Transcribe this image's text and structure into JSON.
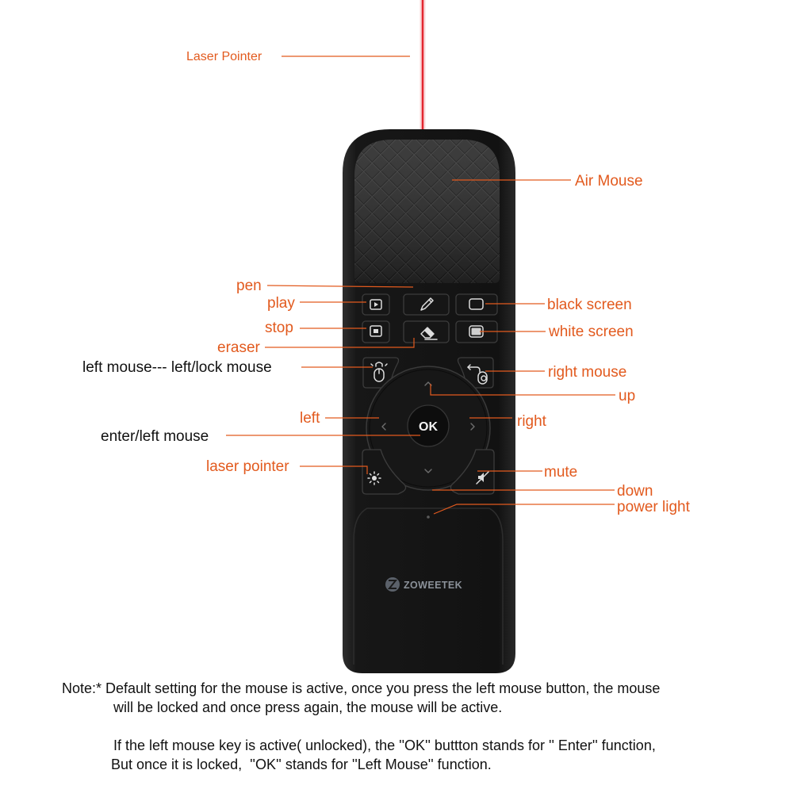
{
  "laser_beam": {
    "label": "Laser Pointer"
  },
  "remote": {
    "brand": "ZOWEETEK",
    "ok_label": "OK"
  },
  "callouts": {
    "air_mouse": "Air Mouse",
    "pen": "pen",
    "play": "play",
    "black_screen": "black screen",
    "stop": "stop",
    "white_screen": "white screen",
    "eraser": "eraser",
    "left_mouse": "left mouse--- left/lock mouse",
    "right_mouse": "right mouse",
    "up": "up",
    "left": "left",
    "right": "right",
    "enter_left_mouse": "enter/left mouse",
    "laser_pointer": "laser pointer",
    "mute": "mute",
    "down": "down",
    "power_light": "power light"
  },
  "note": {
    "line1": "Note:* Default setting for the mouse is active, once you press the left mouse button, the mouse",
    "line2": "will be locked and once press again, the mouse will be active.",
    "line3": "If the left mouse key is active( unlocked), the ''OK'' buttton stands for '' Enter'' function,",
    "line4": "But once it is locked,  ''OK'' stands for ''Left Mouse'' function."
  },
  "icons": {
    "play": "play-icon",
    "pen": "pen-icon",
    "black_screen": "black-screen-icon",
    "stop": "stop-icon",
    "eraser": "eraser-icon",
    "white_screen": "white-screen-icon",
    "left_mouse": "mouse-lock-icon",
    "right_mouse": "right-click-icon",
    "laser_pointer": "laser-icon",
    "mute": "mute-icon",
    "brand_logo": "zoweetek-logo-icon"
  },
  "colors": {
    "callout": "#e25a1e",
    "dark_text": "#111111",
    "laser_beam": "#e3262f",
    "remote_body": "#141414"
  }
}
